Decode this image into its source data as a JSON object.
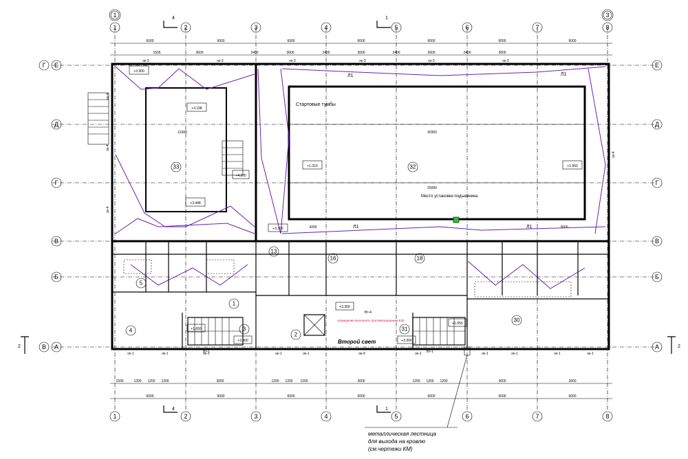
{
  "axes_top": [
    "1",
    "2",
    "3",
    "4",
    "5",
    "6",
    "7",
    "8"
  ],
  "axes_top_extra": {
    "first": "1",
    "last": "3"
  },
  "axes_left": [
    "Е",
    "Д",
    "Г",
    "В",
    "Б",
    "А"
  ],
  "axes_left_extra": {
    "top": "Г",
    "bottom": "В"
  },
  "axes_right": [
    "Е",
    "Д",
    "Г",
    "В",
    "Б",
    "А"
  ],
  "section_marks": {
    "top_left": "4",
    "top_mid": "1",
    "bottom_left": "4",
    "bottom_mid": "1",
    "left": "2",
    "right": "2"
  },
  "dims_top_row1": [
    "6000",
    "6000",
    "6000",
    "6000",
    "6000",
    "6000",
    "6000"
  ],
  "dims_top_row2": [
    "1505",
    "3600",
    "2400",
    "3600",
    "2400",
    "3600",
    "2400",
    "3600",
    "2400",
    "3600"
  ],
  "dims_bottom_row1": [
    "6000",
    "6000",
    "6000",
    "6000",
    "6000",
    "6000",
    "6000"
  ],
  "dims_bottom_row2": [
    "1500",
    "1200",
    "1200",
    "1200",
    "3000",
    "1200",
    "1200",
    "1200",
    "3000",
    "1200",
    "1200",
    "1200",
    "3600",
    "3600"
  ],
  "window_marks_top": [
    "ок-3",
    "ок-3",
    "ок-3",
    "ок-3",
    "ок-3",
    "ок-3"
  ],
  "window_marks_bottom": [
    "ок-1",
    "ок-1",
    "ок-1",
    "ок-1",
    "ок-1",
    "ок-9",
    "ок-1",
    "ок-1",
    "ок-1",
    "ок-1",
    "ок-1"
  ],
  "window_marks_side": [
    "ок-4",
    "ок-4",
    "ок-4",
    "ок-4"
  ],
  "rooms": {
    "r33": "33",
    "r32": "32",
    "r30": "30",
    "r18": "18",
    "r16": "16",
    "r13": "13",
    "r4": "4",
    "r5": "5",
    "r2": "2",
    "r3": "3",
    "r31": "31",
    "r1": "1"
  },
  "levels": {
    "l1": "+3.300",
    "l2": "+3.198",
    "l3": "+4.200",
    "l4": "+3.448",
    "l5": "+1.310",
    "l6": "+1.560",
    "l7": "+3.300",
    "l8": "+3.300",
    "l9": "+1.650",
    "l10": "+3.300",
    "l11": "+3.300",
    "l12": "+1.650"
  },
  "pool_dims": {
    "length": "25000",
    "width": "30300",
    "inner": "25000",
    "h_left": "11900",
    "h_small": "4200",
    "h_right": "3000"
  },
  "labels": {
    "start_blocks": "Стартовые тумбы",
    "lift_place": "Место установки подъемника",
    "second_light": "Второй свет",
    "l1a": "Л1",
    "l1b": "Л1",
    "l1c": "Л1",
    "l1d": "Л1",
    "vt4": "Вт-4",
    "vt1a": "Вт-1",
    "vt1b": "Вт-1",
    "note_red": "ограждение выполнить противопожарным Е30"
  },
  "callout": {
    "line1": "металлическая лестница",
    "line2": "для выхода на кровлю",
    "line3": "(см.чертежи КМ)"
  },
  "colors": {
    "purple": "#6a1fb0",
    "pink": "#d0145a",
    "accent_green": "#2fbf3a"
  }
}
